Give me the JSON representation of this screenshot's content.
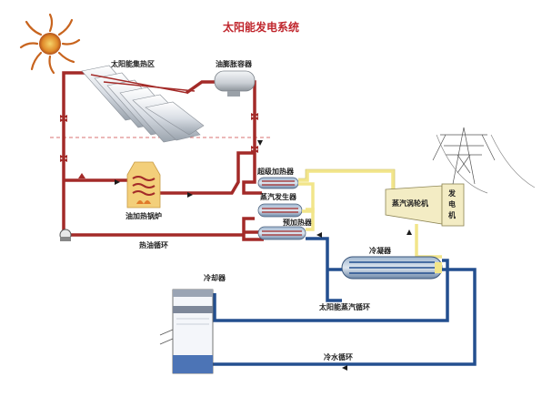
{
  "title": "太阳能发电系统",
  "labels": {
    "collector_field": "太阳能集热区",
    "expansion_tank": "油膨胀容器",
    "superheater": "超级加热器",
    "steam_generator": "蒸汽发生器",
    "preheater": "预加热器",
    "oil_boiler": "油加热锅炉",
    "oil_loop": "热油循环",
    "turbine": "蒸汽涡轮机",
    "generator_line1": "发",
    "generator_line2": "电",
    "generator_line3": "机",
    "condenser": "凝器",
    "condenser_prefix": "冷",
    "steam_loop": "太阳能蒸汽循环",
    "cooling_tower": "冷却器",
    "water_loop": "冷水循环"
  },
  "colors": {
    "oil_pipe": "#a32a28",
    "steam_pipe": "#f2e58a",
    "water_pipe": "#234f8f",
    "title": "#c0262d",
    "sun": "#c8641e",
    "boiler": "#f3cf7a"
  }
}
